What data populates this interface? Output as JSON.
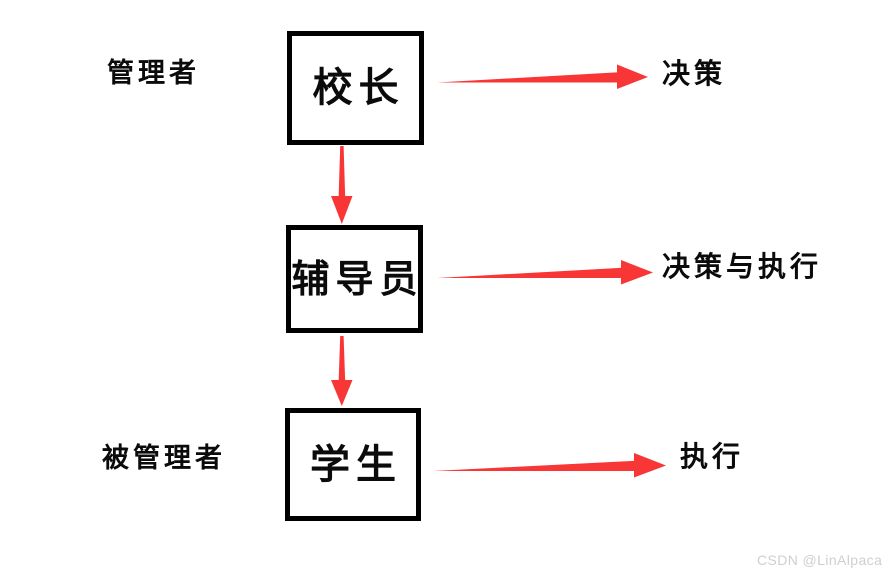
{
  "diagram": {
    "title_colors": {
      "arrow_red": "#f93636",
      "box_border": "#000000",
      "text_black": "#0b0b0b",
      "watermark_gray": "#cfcfcf",
      "background": "#ffffff"
    },
    "role_labels": [
      {
        "id": "manager",
        "text": "管理者"
      },
      {
        "id": "managed",
        "text": "被管理者"
      }
    ],
    "nodes": [
      {
        "id": "principal",
        "text": "校长"
      },
      {
        "id": "counselor",
        "text": "辅导员"
      },
      {
        "id": "student",
        "text": "学生"
      }
    ],
    "flow_labels": [
      {
        "id": "decision",
        "text": "决策"
      },
      {
        "id": "decision-and-execution",
        "text": "决策与执行"
      },
      {
        "id": "execution",
        "text": "执行"
      }
    ],
    "connectors": [
      {
        "id": "principal-to-counselor",
        "direction": "down"
      },
      {
        "id": "counselor-to-student",
        "direction": "down"
      }
    ]
  },
  "watermark": {
    "text": "CSDN @LinAlpaca"
  }
}
